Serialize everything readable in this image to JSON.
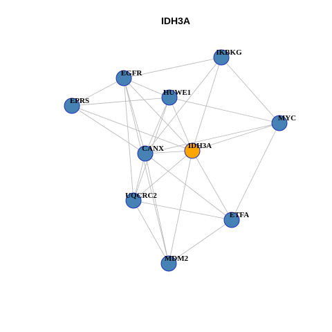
{
  "title": "IDH3A",
  "colors": {
    "default_node": "#4682b4",
    "highlight_node": "#ffa500",
    "node_border": "#1f2fbf",
    "edge": "#b4b4b4"
  },
  "nodes": [
    {
      "id": "IKBKG",
      "label": "IKBKG",
      "highlight": false
    },
    {
      "id": "EGFR",
      "label": "EGFR",
      "highlight": false
    },
    {
      "id": "HUWE1",
      "label": "HUWE1",
      "highlight": false
    },
    {
      "id": "EPRS",
      "label": "EPRS",
      "highlight": false
    },
    {
      "id": "MYC",
      "label": "MYC",
      "highlight": false
    },
    {
      "id": "IDH3A",
      "label": "IDH3A",
      "highlight": true
    },
    {
      "id": "CANX",
      "label": "CANX",
      "highlight": false
    },
    {
      "id": "UQCRC2",
      "label": "UQCRC2",
      "highlight": false
    },
    {
      "id": "ETFA",
      "label": "ETFA",
      "highlight": false
    },
    {
      "id": "MDM2",
      "label": "MDM2",
      "highlight": false
    }
  ],
  "edges": [
    [
      "EGFR",
      "IKBKG"
    ],
    [
      "EGFR",
      "EPRS"
    ],
    [
      "EGFR",
      "HUWE1"
    ],
    [
      "EGFR",
      "CANX"
    ],
    [
      "EGFR",
      "IDH3A"
    ],
    [
      "EGFR",
      "UQCRC2"
    ],
    [
      "EGFR",
      "MDM2"
    ],
    [
      "EPRS",
      "HUWE1"
    ],
    [
      "EPRS",
      "CANX"
    ],
    [
      "EPRS",
      "IDH3A"
    ],
    [
      "IKBKG",
      "CANX"
    ],
    [
      "IKBKG",
      "IDH3A"
    ],
    [
      "IKBKG",
      "MYC"
    ],
    [
      "HUWE1",
      "CANX"
    ],
    [
      "HUWE1",
      "IDH3A"
    ],
    [
      "HUWE1",
      "MYC"
    ],
    [
      "HUWE1",
      "UQCRC2"
    ],
    [
      "CANX",
      "IDH3A"
    ],
    [
      "CANX",
      "MYC"
    ],
    [
      "CANX",
      "UQCRC2"
    ],
    [
      "CANX",
      "ETFA"
    ],
    [
      "CANX",
      "MDM2"
    ],
    [
      "IDH3A",
      "MYC"
    ],
    [
      "IDH3A",
      "UQCRC2"
    ],
    [
      "IDH3A",
      "ETFA"
    ],
    [
      "IDH3A",
      "MDM2"
    ],
    [
      "MYC",
      "ETFA"
    ],
    [
      "UQCRC2",
      "ETFA"
    ],
    [
      "UQCRC2",
      "MDM2"
    ],
    [
      "ETFA",
      "MDM2"
    ]
  ]
}
